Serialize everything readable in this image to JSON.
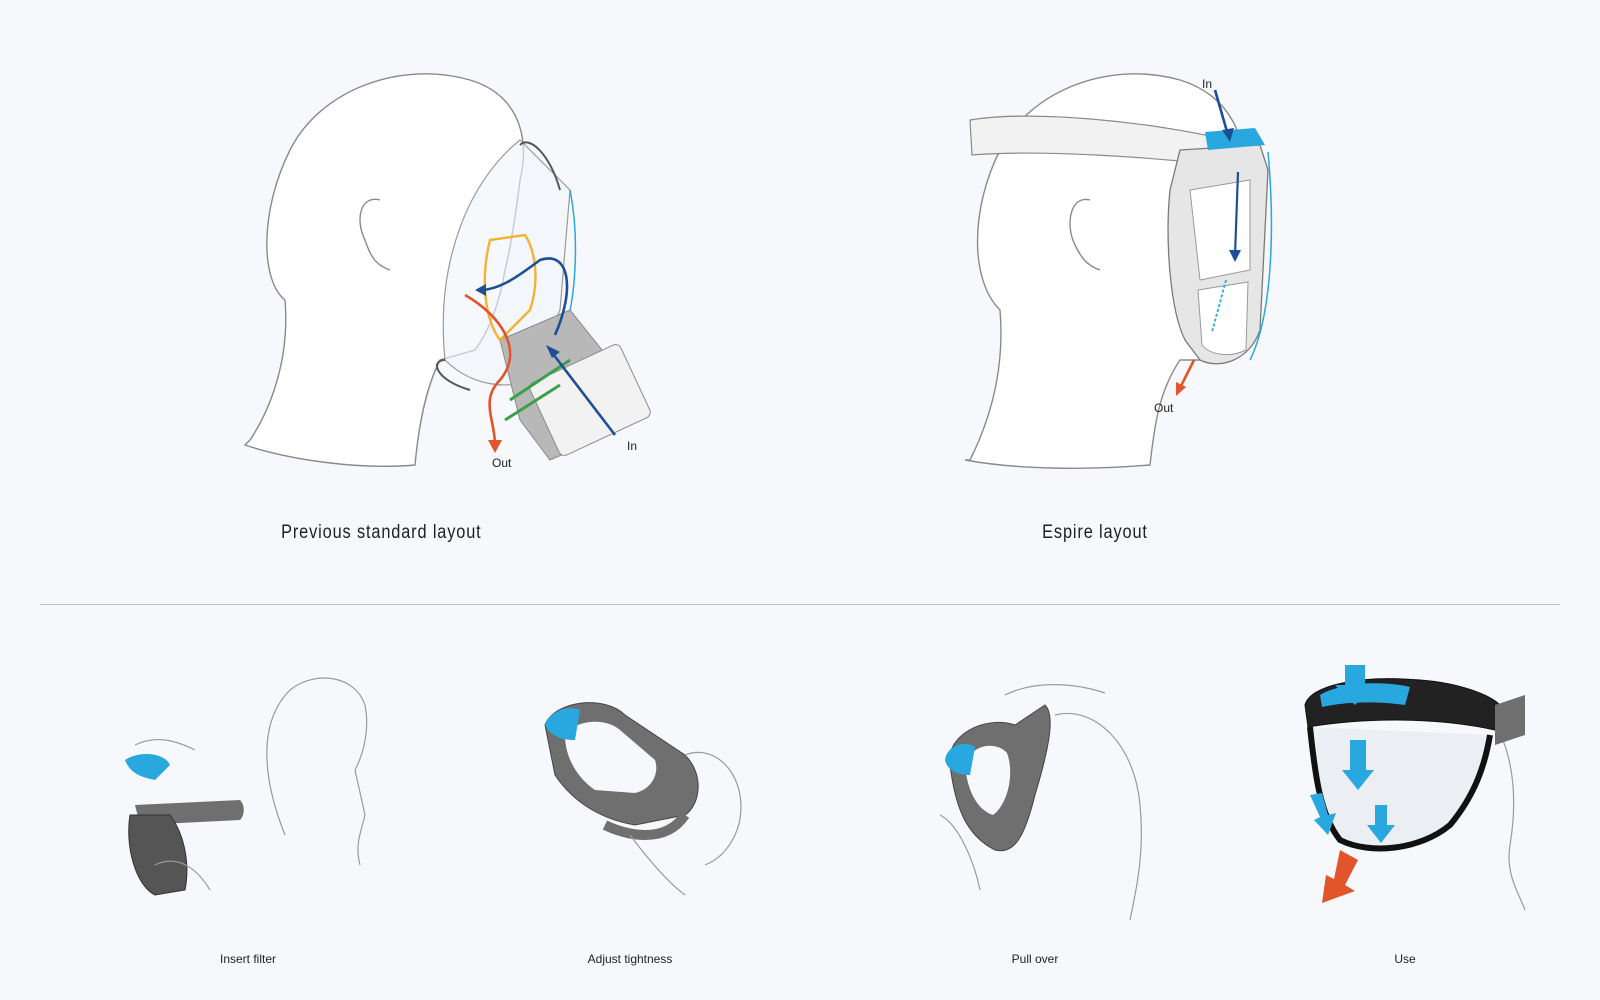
{
  "top_panels": {
    "previous": {
      "caption": "Previous standard layout",
      "label_in": "In",
      "label_out": "Out"
    },
    "espire": {
      "caption": "Espire layout",
      "label_in": "In",
      "label_out": "Out"
    }
  },
  "steps": [
    {
      "caption": "Insert filter"
    },
    {
      "caption": "Adjust tightness"
    },
    {
      "caption": "Pull over"
    },
    {
      "caption": "Use"
    }
  ],
  "colors": {
    "outline": "#7a7a7a",
    "inflow_dark_blue": "#1c4f95",
    "inflow_light_blue": "#29a8e0",
    "outflow_orange": "#e2542a",
    "valve_yellow": "#f2b233",
    "filter_green": "#3aa04a",
    "mask_gray": "#6f6f6f"
  }
}
